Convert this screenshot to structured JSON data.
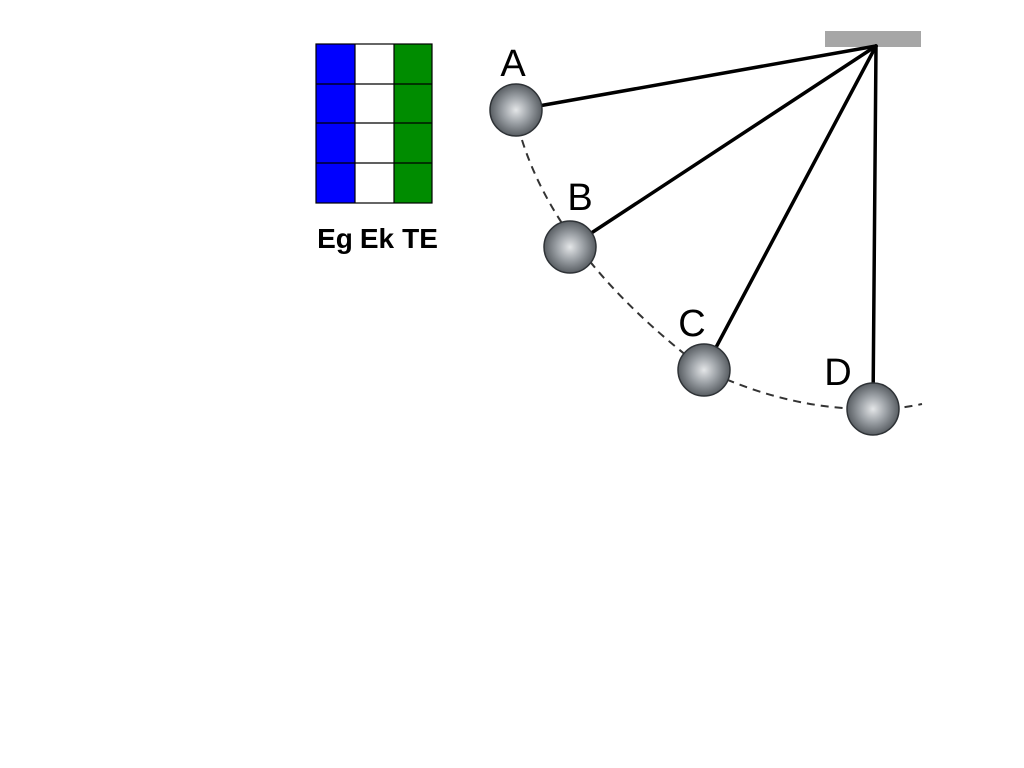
{
  "energy_chart": {
    "bars": [
      {
        "label": "Eg",
        "filled_fraction": 1.0,
        "color": "#0000ff"
      },
      {
        "label": "Ek",
        "filled_fraction": 0.0,
        "color": "#ffffff"
      },
      {
        "label": "TE",
        "filled_fraction": 1.0,
        "color": "#008c00"
      }
    ],
    "segments": 4
  },
  "pendulum": {
    "positions": [
      {
        "label": "A"
      },
      {
        "label": "B"
      },
      {
        "label": "C"
      },
      {
        "label": "D"
      }
    ],
    "support_color": "#a6a6a6",
    "bob_color": "#7a7f85"
  }
}
